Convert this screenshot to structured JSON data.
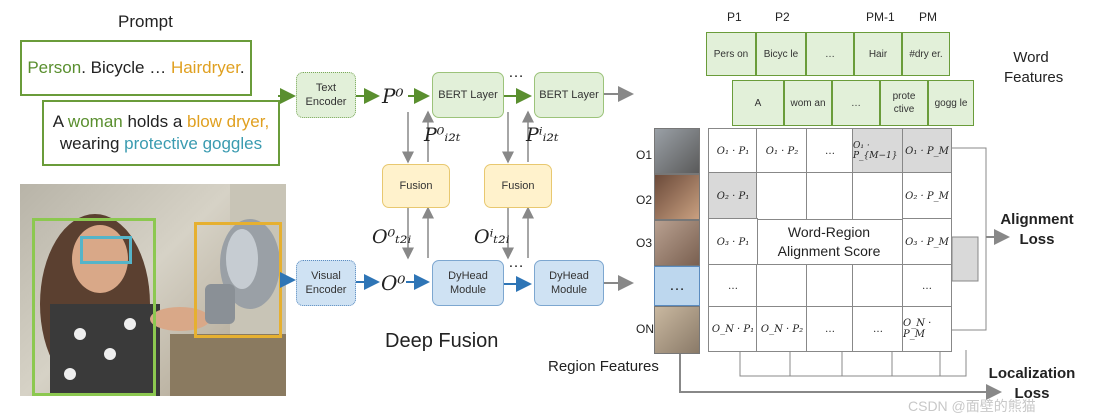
{
  "prompt": {
    "title": "Prompt",
    "box1": {
      "part1": "Person",
      "part2": ". Bicycle … ",
      "part3": "Hairdryer",
      "part4": "."
    },
    "box2": {
      "p1": "A ",
      "p2": "woman",
      "p3": " holds a ",
      "p4": "blow dryer,",
      "p5": "wearing ",
      "p6": "protective goggles"
    }
  },
  "modules": {
    "text_encoder": "Text Encoder",
    "visual_encoder": "Visual Encoder",
    "bert1": "BERT Layer",
    "bert2": "BERT Layer",
    "fusion1": "Fusion",
    "fusion2": "Fusion",
    "dyhead1": "DyHead Module",
    "dyhead2": "DyHead Module",
    "ellipsis_top": "…",
    "ellipsis_bottom": "…"
  },
  "symbols": {
    "p0": "P⁰",
    "o0": "O⁰",
    "pi2t0": "P⁰ᵢ₂ₜ",
    "pi2ti": "Pⁱᵢ₂ₜ",
    "ot2i0": "O⁰ₜ₂ᵢ",
    "ot2ii": "Oⁱₜ₂ᵢ"
  },
  "deep_fusion": "Deep Fusion",
  "word_features": {
    "label": "Word Features",
    "headers": [
      "P1",
      "P2",
      "PM-1",
      "PM"
    ],
    "row1": [
      "Pers on",
      "Bicyc le",
      "…",
      "Hair",
      "#dry er."
    ],
    "row2": [
      "A",
      "wom an",
      "…",
      "prote ctive",
      "gogg le"
    ]
  },
  "regions": {
    "labels": [
      "O1",
      "O2",
      "O3",
      "ON"
    ],
    "ellipsis": "…",
    "caption": "Region Features"
  },
  "grid": {
    "row1": [
      "O₁ · P₁",
      "O₁ · P₂",
      "…",
      "O₁ · P_{M−1}",
      "O₁ · P_M"
    ],
    "row2": [
      "O₂ · P₁",
      "O₂ · P_M"
    ],
    "row3": [
      "O₃ · P₁",
      "O₃ · P_M"
    ],
    "row4": [
      "…",
      "…"
    ],
    "row5": [
      "O_N · P₁",
      "O_N · P₂",
      "…",
      "…",
      "O_N · P_M"
    ],
    "center": "Word-Region Alignment Score"
  },
  "alignment_loss": "Alignment Loss",
  "localization_loss": "Localization Loss",
  "watermark": "CSDN @面壁的熊猫"
}
